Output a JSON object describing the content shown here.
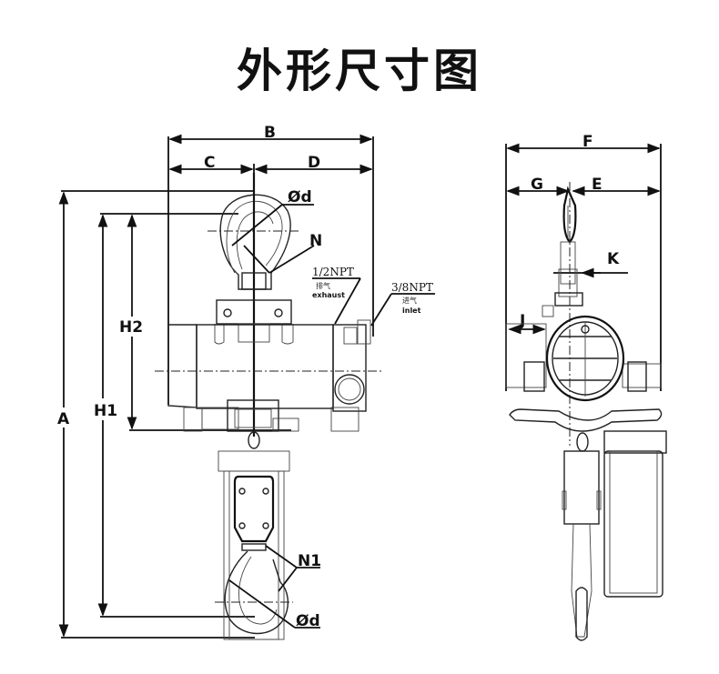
{
  "title": "外形尺寸图",
  "front_view": {
    "dimensions": {
      "B": "B",
      "C": "C",
      "D": "D",
      "A": "A",
      "H1": "H1",
      "H2": "H2",
      "top_hook_diameter": "Ød",
      "top_hook_opening": "N",
      "bottom_hook_diameter": "Ød",
      "bottom_hook_opening": "N1"
    },
    "ports": {
      "exhaust": {
        "size": "1/2NPT",
        "label_cn": "排气",
        "label_en": "exhaust"
      },
      "inlet": {
        "size": "3/8NPT",
        "label_cn": "进气",
        "label_en": "inlet"
      }
    }
  },
  "side_view": {
    "dimensions": {
      "F": "F",
      "G": "G",
      "E": "E",
      "K": "K",
      "J": "J"
    }
  },
  "colors": {
    "line": "#111111",
    "background": "#ffffff"
  }
}
